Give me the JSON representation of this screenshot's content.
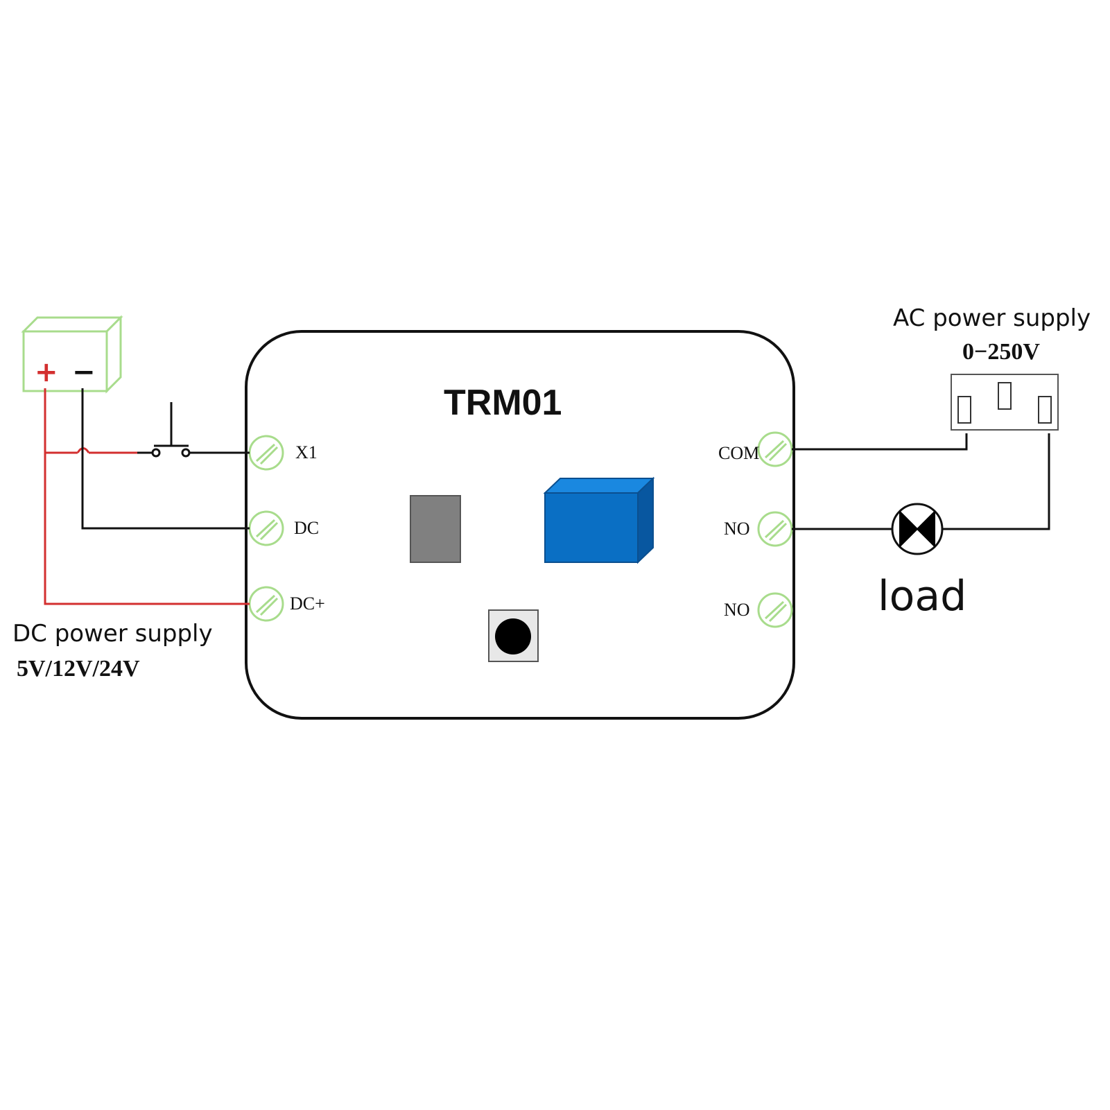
{
  "module": {
    "title": "TRM01",
    "left_terminals": [
      "X1",
      "DC",
      "DC+"
    ],
    "right_terminals": [
      "COM",
      "NO",
      "NO"
    ]
  },
  "dc_supply": {
    "plus_symbol": "+",
    "minus_symbol": "−",
    "label": "DC power supply",
    "voltage": "5V/12V/24V"
  },
  "ac_supply": {
    "label": "AC power supply",
    "voltage": "0−250V"
  },
  "load": {
    "label": "load"
  },
  "colors": {
    "positive_wire": "#d32f2f",
    "wire": "#111111",
    "terminal": "#a8dc8c",
    "battery_outline": "#a8dc8c",
    "relay_front": "#0a6fc4",
    "relay_top": "#1a88e0",
    "relay_side": "#0857a0",
    "chip": "#808080"
  },
  "icons": {
    "battery": "battery-icon",
    "switch": "push-switch-icon",
    "lamp": "lamp-icon",
    "socket": "ac-socket-icon",
    "relay": "relay-icon"
  }
}
